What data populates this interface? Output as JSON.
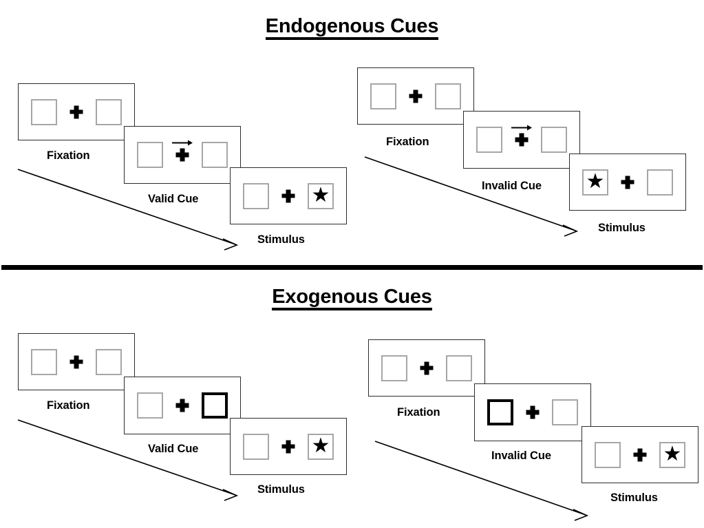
{
  "figure": {
    "title_top": "Endogenous Cues",
    "title_bottom": "Exogenous Cues"
  },
  "sections": [
    {
      "id": "endogenous",
      "title": "Endogenous Cues",
      "sequences": [
        {
          "id": "endogenous-valid",
          "frames": [
            {
              "caption": "Fixation",
              "cue": "none",
              "arrow": false,
              "target": "none",
              "left_box": "plain",
              "right_box": "plain"
            },
            {
              "caption": "Valid Cue",
              "cue": "arrow-right",
              "arrow": true,
              "target": "none",
              "left_box": "plain",
              "right_box": "plain"
            },
            {
              "caption": "Stimulus",
              "cue": "none",
              "arrow": false,
              "target": "right",
              "left_box": "plain",
              "right_box": "star"
            }
          ]
        },
        {
          "id": "endogenous-invalid",
          "frames": [
            {
              "caption": "Fixation",
              "cue": "none",
              "arrow": false,
              "target": "none",
              "left_box": "plain",
              "right_box": "plain"
            },
            {
              "caption": "Invalid Cue",
              "cue": "arrow-right",
              "arrow": true,
              "target": "none",
              "left_box": "plain",
              "right_box": "plain"
            },
            {
              "caption": "Stimulus",
              "cue": "none",
              "arrow": false,
              "target": "left",
              "left_box": "star",
              "right_box": "plain"
            }
          ]
        }
      ]
    },
    {
      "id": "exogenous",
      "title": "Exogenous Cues",
      "sequences": [
        {
          "id": "exogenous-valid",
          "frames": [
            {
              "caption": "Fixation",
              "cue": "none",
              "arrow": false,
              "target": "none",
              "left_box": "plain",
              "right_box": "plain"
            },
            {
              "caption": "Valid Cue",
              "cue": "highlight-right",
              "arrow": false,
              "target": "none",
              "left_box": "plain",
              "right_box": "cued"
            },
            {
              "caption": "Stimulus",
              "cue": "none",
              "arrow": false,
              "target": "right",
              "left_box": "plain",
              "right_box": "star"
            }
          ]
        },
        {
          "id": "exogenous-invalid",
          "frames": [
            {
              "caption": "Fixation",
              "cue": "none",
              "arrow": false,
              "target": "none",
              "left_box": "plain",
              "right_box": "plain"
            },
            {
              "caption": "Invalid Cue",
              "cue": "highlight-left",
              "arrow": false,
              "target": "none",
              "left_box": "cued",
              "right_box": "plain"
            },
            {
              "caption": "Stimulus",
              "cue": "none",
              "arrow": false,
              "target": "right",
              "left_box": "plain",
              "right_box": "star"
            }
          ]
        }
      ]
    }
  ],
  "glyphs": {
    "star": "★",
    "fixation_cross": "plus-sign",
    "cue_arrow": "arrow-right-icon"
  },
  "colors": {
    "ink": "#000000",
    "panel_border": "#2b2b2b",
    "box_border": "#a6a6a6",
    "cued_box_border": "#000000",
    "background": "#ffffff"
  }
}
